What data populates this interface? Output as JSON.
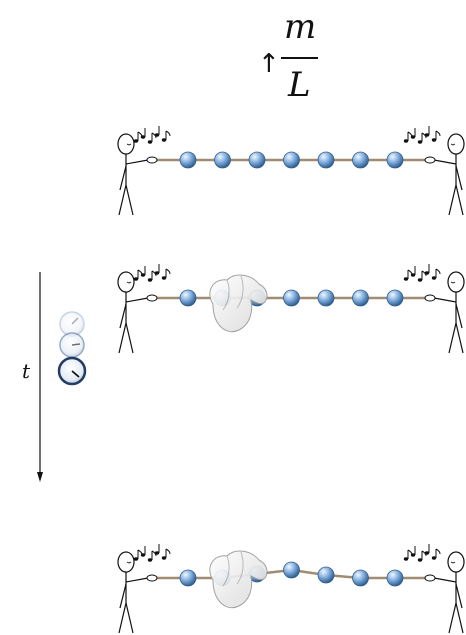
{
  "formula": {
    "arrow": "↑",
    "numerator": "m",
    "denominator": "L"
  },
  "time_axis": {
    "label": "t"
  },
  "panels": [
    {
      "beads": 7,
      "hand": false,
      "bend": "none"
    },
    {
      "beads": 7,
      "hand": true,
      "bend": "none"
    },
    {
      "beads": 7,
      "hand": true,
      "bend": "raised-4th"
    }
  ],
  "colors": {
    "string": "#a08c73",
    "bead": "#6f9fd4",
    "bead_dark": "#35618f",
    "ink": "#111111"
  }
}
